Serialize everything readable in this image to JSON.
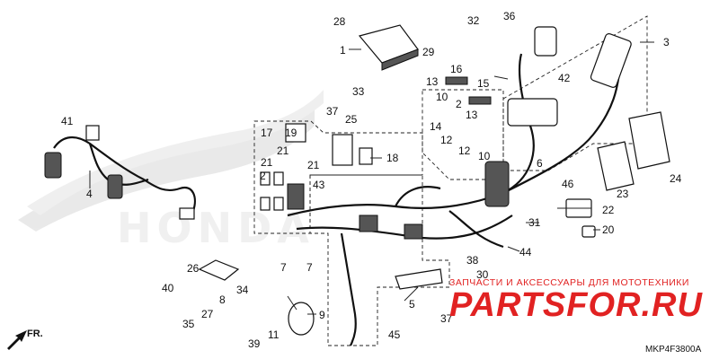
{
  "watermark": {
    "text": "HONDA"
  },
  "branding": {
    "tagline": "ЗАПЧАСТИ И АКСЕССУАРЫ ДЛЯ МОТОТЕХНИКИ",
    "site": "PARTSFOR.RU",
    "accent_color": "#e12222"
  },
  "diagram_code": "MKP4F3800A",
  "direction_label": "FR.",
  "callouts": [
    {
      "id": "c1",
      "label": "1"
    },
    {
      "id": "c2",
      "label": "2"
    },
    {
      "id": "c2b",
      "label": "2"
    },
    {
      "id": "c3",
      "label": "3"
    },
    {
      "id": "c4",
      "label": "4"
    },
    {
      "id": "c5",
      "label": "5"
    },
    {
      "id": "c6",
      "label": "6"
    },
    {
      "id": "c7",
      "label": "7"
    },
    {
      "id": "c7b",
      "label": "7"
    },
    {
      "id": "c8",
      "label": "8"
    },
    {
      "id": "c9",
      "label": "9"
    },
    {
      "id": "c10",
      "label": "10"
    },
    {
      "id": "c10b",
      "label": "10"
    },
    {
      "id": "c11",
      "label": "11"
    },
    {
      "id": "c12",
      "label": "12"
    },
    {
      "id": "c12b",
      "label": "12"
    },
    {
      "id": "c13",
      "label": "13"
    },
    {
      "id": "c13b",
      "label": "13"
    },
    {
      "id": "c14",
      "label": "14"
    },
    {
      "id": "c15",
      "label": "15"
    },
    {
      "id": "c16",
      "label": "16"
    },
    {
      "id": "c17",
      "label": "17"
    },
    {
      "id": "c18",
      "label": "18"
    },
    {
      "id": "c19",
      "label": "19"
    },
    {
      "id": "c20",
      "label": "20"
    },
    {
      "id": "c21",
      "label": "21"
    },
    {
      "id": "c21b",
      "label": "21"
    },
    {
      "id": "c21c",
      "label": "21"
    },
    {
      "id": "c22",
      "label": "22"
    },
    {
      "id": "c23",
      "label": "23"
    },
    {
      "id": "c24",
      "label": "24"
    },
    {
      "id": "c25",
      "label": "25"
    },
    {
      "id": "c26",
      "label": "26"
    },
    {
      "id": "c27",
      "label": "27"
    },
    {
      "id": "c28",
      "label": "28"
    },
    {
      "id": "c29",
      "label": "29"
    },
    {
      "id": "c30",
      "label": "30"
    },
    {
      "id": "c31",
      "label": "31"
    },
    {
      "id": "c32",
      "label": "32"
    },
    {
      "id": "c33",
      "label": "33"
    },
    {
      "id": "c34",
      "label": "34"
    },
    {
      "id": "c35",
      "label": "35"
    },
    {
      "id": "c36",
      "label": "36"
    },
    {
      "id": "c37",
      "label": "37"
    },
    {
      "id": "c37b",
      "label": "37"
    },
    {
      "id": "c38",
      "label": "38"
    },
    {
      "id": "c39",
      "label": "39"
    },
    {
      "id": "c40",
      "label": "40"
    },
    {
      "id": "c41",
      "label": "41"
    },
    {
      "id": "c42",
      "label": "42"
    },
    {
      "id": "c43",
      "label": "43"
    },
    {
      "id": "c44",
      "label": "44"
    },
    {
      "id": "c45",
      "label": "45"
    },
    {
      "id": "c46",
      "label": "46"
    }
  ]
}
